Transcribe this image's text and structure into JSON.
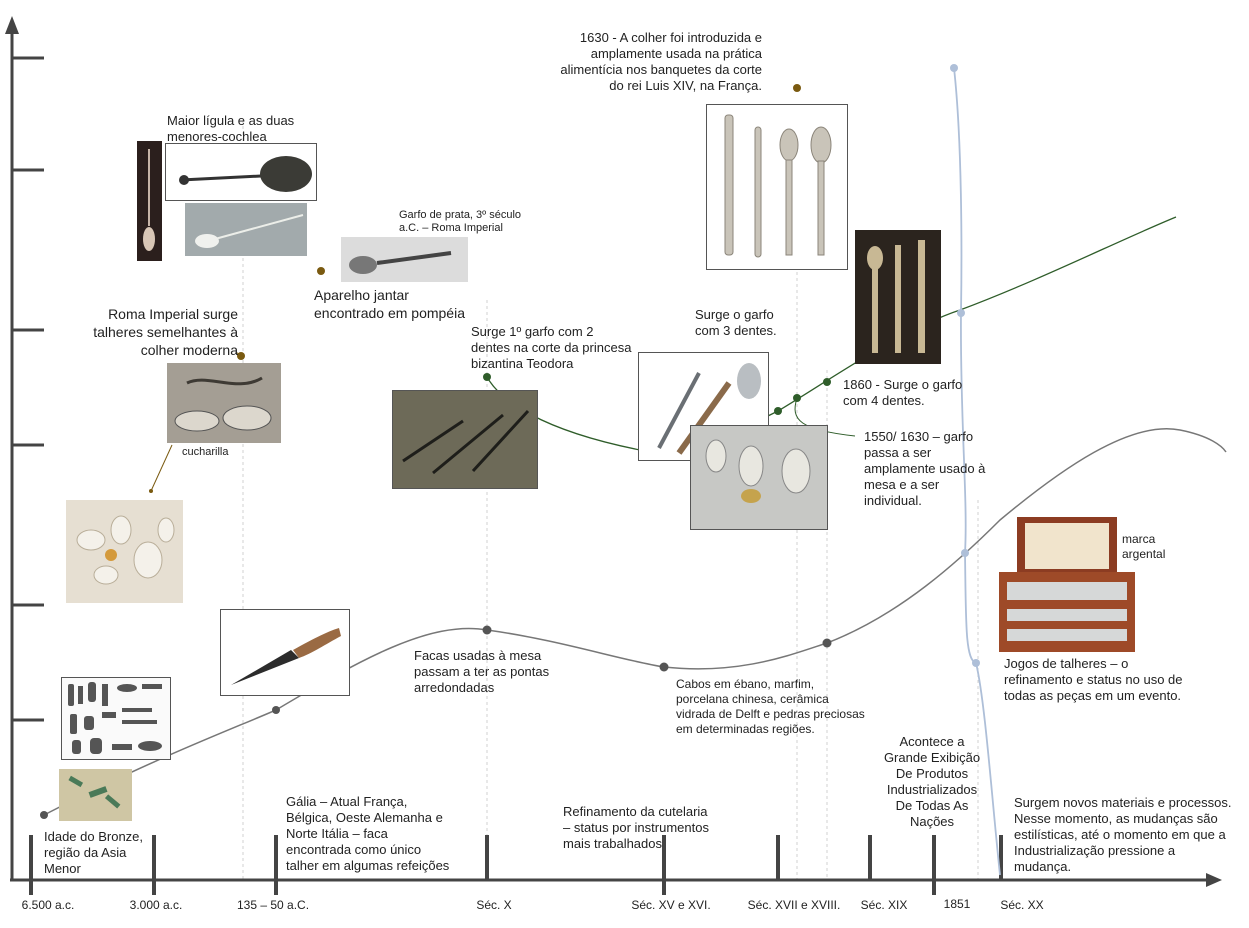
{
  "timeline": {
    "ticks": [
      {
        "id": "t1",
        "label": "6.500 a.c."
      },
      {
        "id": "t2",
        "label": "3.000 a.c."
      },
      {
        "id": "t3",
        "label": "135 – 50 a.C."
      },
      {
        "id": "t4",
        "label": "Séc. X"
      },
      {
        "id": "t5",
        "label": "Séc. XV e XVI."
      },
      {
        "id": "t6",
        "label": "Séc. XVII e XVIII."
      },
      {
        "id": "t7",
        "label": "Séc. XIX"
      },
      {
        "id": "t8",
        "label": "1851"
      },
      {
        "id": "t9",
        "label": "Séc. XX"
      }
    ]
  },
  "labels": {
    "bronze": "Idade do Bronze,\nregião da Asia\nMenor",
    "galia": "Gália – Atual França,\nBélgica, Oeste Alemanha e\nNorte Itália – faca\nencontrada como único\ntalher em algumas refeições",
    "refinamento": "Refinamento da cutelaria\n– status por instrumentos\nmais trabalhados",
    "exposicao": "Acontece a\nGrande Exibição\nDe Produtos\nIndustrializados\nDe Todas As\nNações",
    "novos": "Surgem novos materiais e processos.\nNesse momento, as mudanças são\nestilísticas, até o momento em que a\nIndustrialização pressione a\nmudança.",
    "facas": "Facas usadas à mesa\npassam a ter as pontas\narredondadas",
    "cabos": "Cabos em ébano, marfim,\nporcelana chinesa, cerâmica\nvidrada de Delft e pedras preciosas\nem determinadas regiões.",
    "jogos": "Jogos de talheres – o\nrefinamento e status no uso de\ntodas as peças em um evento.",
    "marca": "marca\nargental",
    "garfo4": "1860 - Surge o garfo\ncom 4 dentes.",
    "garfo1550": "1550/ 1630 – garfo\npassa a ser\namplamente usado à\nmesa e a ser\nindividual.",
    "garfo3": "Surge o garfo\ncom 3 dentes.",
    "garfo2": "Surge 1º garfo com 2\ndentes na corte da princesa\nbizantina Teodora",
    "colher1630": "1630 - A colher foi introduzida e\namplamente usada na prática\nalimentícia nos banquetes da corte\ndo rei Luis XIV, na França.",
    "ligula": "Maior lígula e as duas\nmenores-cochlea",
    "garfoprata": "Garfo de prata, 3º século\na.C. – Roma Imperial",
    "pompeia": "Aparelho jantar\nencontrado em pompéia",
    "roma": "Roma Imperial surge\ntalheres semelhantes à\ncolher moderna",
    "cucharilla": "cucharilla"
  },
  "colors": {
    "axis": "#444444",
    "grey_curve": "#777777",
    "green_curve": "#2f5d2a",
    "blue_curve": "#aebfd8",
    "brown_dot": "#7a5a10",
    "green_dot": "#2f5d2a",
    "grey_dot": "#555555"
  }
}
